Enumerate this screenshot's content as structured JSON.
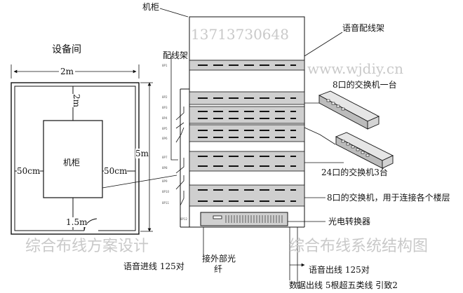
{
  "diagram": {
    "equipment_room_title": "设备间",
    "room_width_label": "2m",
    "room_height_label": "5m",
    "cabinet_in_room_label": "机柜",
    "top_clearance_label": "2m",
    "left_clearance_label": "50cm",
    "right_clearance_label": "50cm",
    "bottom_clearance_label": "1.5m",
    "cabinet_label": "机柜",
    "patch_panel_label": "配线架",
    "voice_patch_panel_label": "语音配线架",
    "switch_8_port_label": "8口的交换机一台",
    "switch_24_port_label": "24口的交换机3台",
    "switch_8_port_floors_label": "8口的交换机，用于连接各个楼层",
    "converter_label": "光电转换器",
    "voice_in_label": "语音进线  125对",
    "fiber_label_line1": "接外部光",
    "fiber_label_line2": "纤",
    "voice_out_label": "语音出线  125对",
    "data_out_label": "数据出线 5根超五类线 引致2",
    "phone_watermark": "13713730648",
    "url_watermark": "www.wjdiy.cn",
    "watermark_left": "综合布线方案设计",
    "watermark_right": "综合布线系统结构图"
  },
  "colors": {
    "line": "#111111",
    "panel_gray": "#cfcfcf",
    "switch_gray": "#d8d8d8",
    "watermark": "#c9c9c9"
  },
  "icons": [
    "door-arc-icon",
    "switch-8-port-icon",
    "switch-24-port-icon"
  ]
}
